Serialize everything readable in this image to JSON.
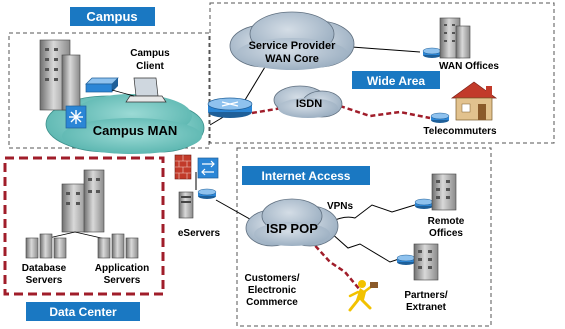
{
  "zones": {
    "campus": "Campus",
    "wide_area": "Wide Area",
    "internet_access": "Internet Access",
    "data_center": "Data Center"
  },
  "clouds": {
    "sp_wan": [
      "Service Provider",
      "WAN Core"
    ],
    "isdn": "ISDN",
    "campus_man": "Campus MAN",
    "isp_pop": "ISP POP"
  },
  "nodes": {
    "campus_client": [
      "Campus",
      "Client"
    ],
    "wan_offices": "WAN Offices",
    "telecommuters": "Telecommuters",
    "eservers": "eServers",
    "remote_offices": [
      "Remote",
      "Offices"
    ],
    "partners": [
      "Partners/",
      "Extranet"
    ],
    "customers": [
      "Customers/",
      "Electronic",
      "Commerce"
    ],
    "database_servers": [
      "Database",
      "Servers"
    ],
    "application_servers": [
      "Application",
      "Servers"
    ]
  },
  "link_labels": {
    "vpns": "VPNs"
  },
  "colors": {
    "zone_label_bg": "#1a78c2",
    "cloud_fill": "#aebfd0",
    "man_fill": "#74c7c2",
    "router_blue": "#1e7fd0",
    "datacenter_border": "#a01d2a"
  }
}
